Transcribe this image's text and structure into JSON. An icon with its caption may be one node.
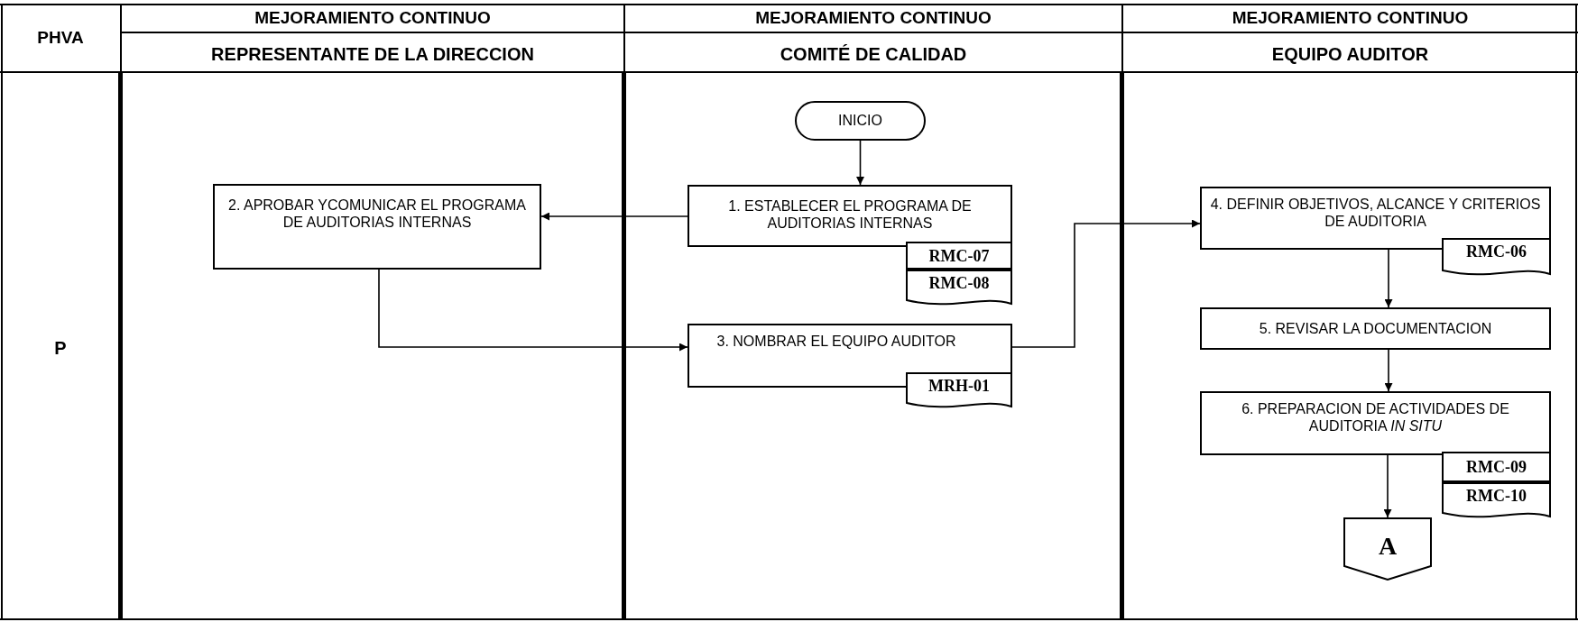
{
  "diagram": {
    "nodes": [
      {
        "text": [
          "INICIO"
        ]
      },
      {
        "text": [
          "1. ESTABLECER EL PROGRAMA DE AUDITORIAS INTERNAS"
        ]
      },
      {
        "text": [
          "RMC-07"
        ]
      },
      {
        "text": [
          "RMC-08"
        ]
      },
      {
        "text": [
          "2. APROBAR YCOMUNICAR EL PROGRAMA DE AUDITORIAS INTERNAS"
        ]
      },
      {
        "text": [
          "3. NOMBRAR EL EQUIPO AUDITOR"
        ]
      },
      {
        "text": [
          "MRH-01"
        ]
      },
      {
        "text": [
          "4. DEFINIR OBJETIVOS, ALCANCE Y CRITERIOS DE AUDITORIA"
        ]
      },
      {
        "text": [
          "RMC-06"
        ]
      },
      {
        "text": [
          "5. REVISAR LA DOCUMENTACION"
        ]
      },
      {
        "text": [
          "6. PREPARACION DE ACTIVIDADES DE AUDITORIA *IN SITU*"
        ]
      },
      {
        "text": [
          "RMC-09"
        ]
      },
      {
        "text": [
          "RMC-10"
        ]
      },
      {
        "text": [
          "A"
        ]
      }
    ],
    "edges": [
      {
        "from": 0,
        "to": 1,
        "arrow": "to"
      },
      {
        "from": 1,
        "to": 4,
        "arrow": "to"
      },
      {
        "from": 4,
        "to": 5,
        "arrow": "to"
      },
      {
        "from": 5,
        "to": 7,
        "arrow": "to"
      },
      {
        "from": 7,
        "to": 9,
        "arrow": "to"
      },
      {
        "from": 9,
        "to": 10,
        "arrow": "to"
      },
      {
        "from": 10,
        "to": 13,
        "arrow": "to"
      }
    ],
    "labels": [
      "PHVA",
      "MEJORAMIENTO CONTINUO",
      "MEJORAMIENTO CONTINUO",
      "MEJORAMIENTO CONTINUO",
      "REPRESENTANTE DE LA DIRECCION",
      "COMITÉ DE CALIDAD",
      "EQUIPO AUDITOR",
      "P"
    ]
  }
}
